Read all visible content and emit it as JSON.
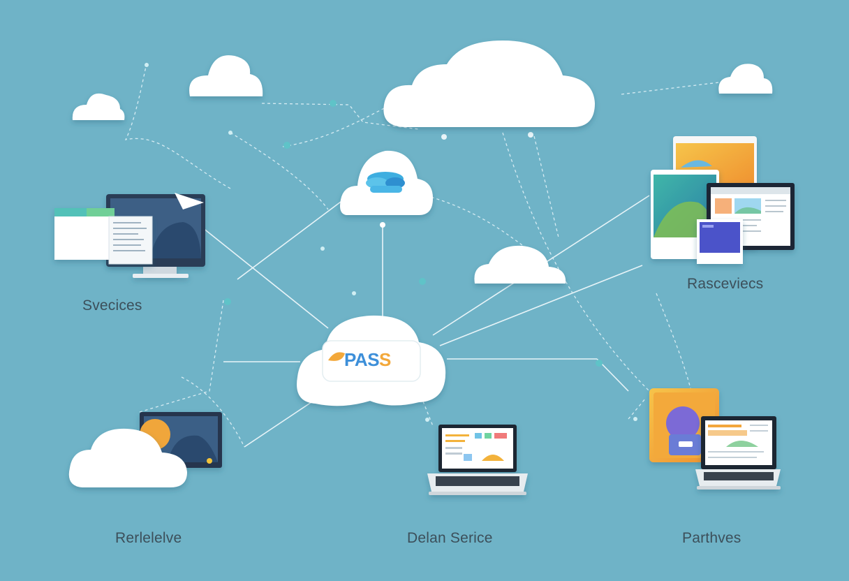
{
  "hub": {
    "logo_text": "PASS",
    "logo_accent": "S"
  },
  "labels": {
    "top_left": "Svecices",
    "top_right": "Rasceviecs",
    "bottom_left": "Rerlelelve",
    "bottom_center": "Delan Serice",
    "bottom_right": "Parthves"
  },
  "colors": {
    "background": "#6fb3c7",
    "cloud": "#ffffff",
    "line": "#e8f4f8",
    "accent_blue": "#3d8fd9",
    "accent_orange": "#f3a83a",
    "screen_dark": "#2f4a6b"
  },
  "icons": [
    "cloud-icon",
    "monitor-icon",
    "laptop-icon",
    "tablet-icon",
    "database-cloud-icon"
  ]
}
